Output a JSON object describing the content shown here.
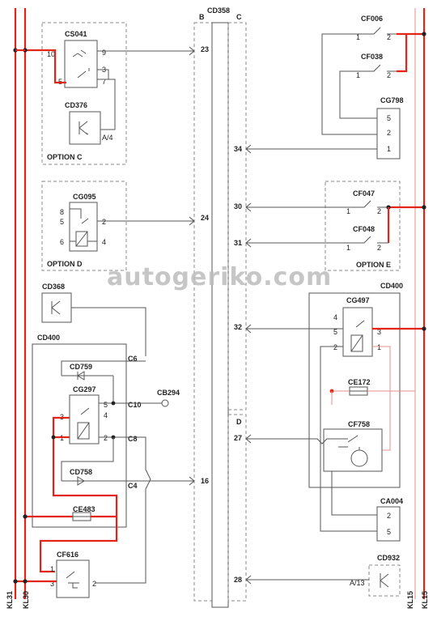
{
  "components": {
    "cd358": "CD358",
    "cs041": "CS041",
    "cd376": "CD376",
    "cg095": "CG095",
    "cd368": "CD368",
    "cd400_left": "CD400",
    "cd759": "CD759",
    "cg297": "CG297",
    "cb294": "CB294",
    "cd758": "CD758",
    "ce483": "CE483",
    "cf616": "CF616",
    "cf006": "CF006",
    "cf038": "CF038",
    "cg798": "CG798",
    "cf047": "CF047",
    "cf048": "CF048",
    "cd400_right": "CD400",
    "cg497": "CG497",
    "ce172": "CE172",
    "cf758": "CF758",
    "ca004": "CA004",
    "cd932": "CD932"
  },
  "options": {
    "c": "OPTION C",
    "d": "OPTION D",
    "e": "OPTION E"
  },
  "connector": {
    "col_b": "B",
    "col_c": "C",
    "col_d": "D",
    "left_pins": [
      "23",
      "24",
      "16"
    ],
    "right_pins": [
      "34",
      "30",
      "31",
      "32",
      "27",
      "28"
    ]
  },
  "cs041_pins": [
    "10",
    "9",
    "3",
    "5",
    "7"
  ],
  "cd376_pin": "A/4",
  "cg095_pins": [
    "8",
    "5",
    "2",
    "6",
    "4"
  ],
  "cd400_left_pins": [
    "C6",
    "C10",
    "C8",
    "C4"
  ],
  "cg297_pins": [
    "5",
    "4",
    "3",
    "1",
    "2"
  ],
  "cf616_pins": [
    "1",
    "3",
    "2"
  ],
  "cf006_pins": [
    "1",
    "2"
  ],
  "cf038_pins": [
    "1",
    "2"
  ],
  "cg798_pins": [
    "5",
    "2",
    "1"
  ],
  "cf047_pins": [
    "1",
    "2"
  ],
  "cf048_pins": [
    "1",
    "2"
  ],
  "cg497_pins": [
    "4",
    "5",
    "3",
    "2",
    "1"
  ],
  "ca004_pins": [
    "2",
    "5"
  ],
  "cd932_pin": "A/13",
  "rails": {
    "kl31": "KL31",
    "kl30": "KL30",
    "kl15_a": "KL15",
    "kl15_b": "KL15"
  },
  "watermark": "autogeriko.com",
  "colors": {
    "power": "#e32417",
    "wire": "#555555",
    "light_power": "#e88f8f"
  }
}
